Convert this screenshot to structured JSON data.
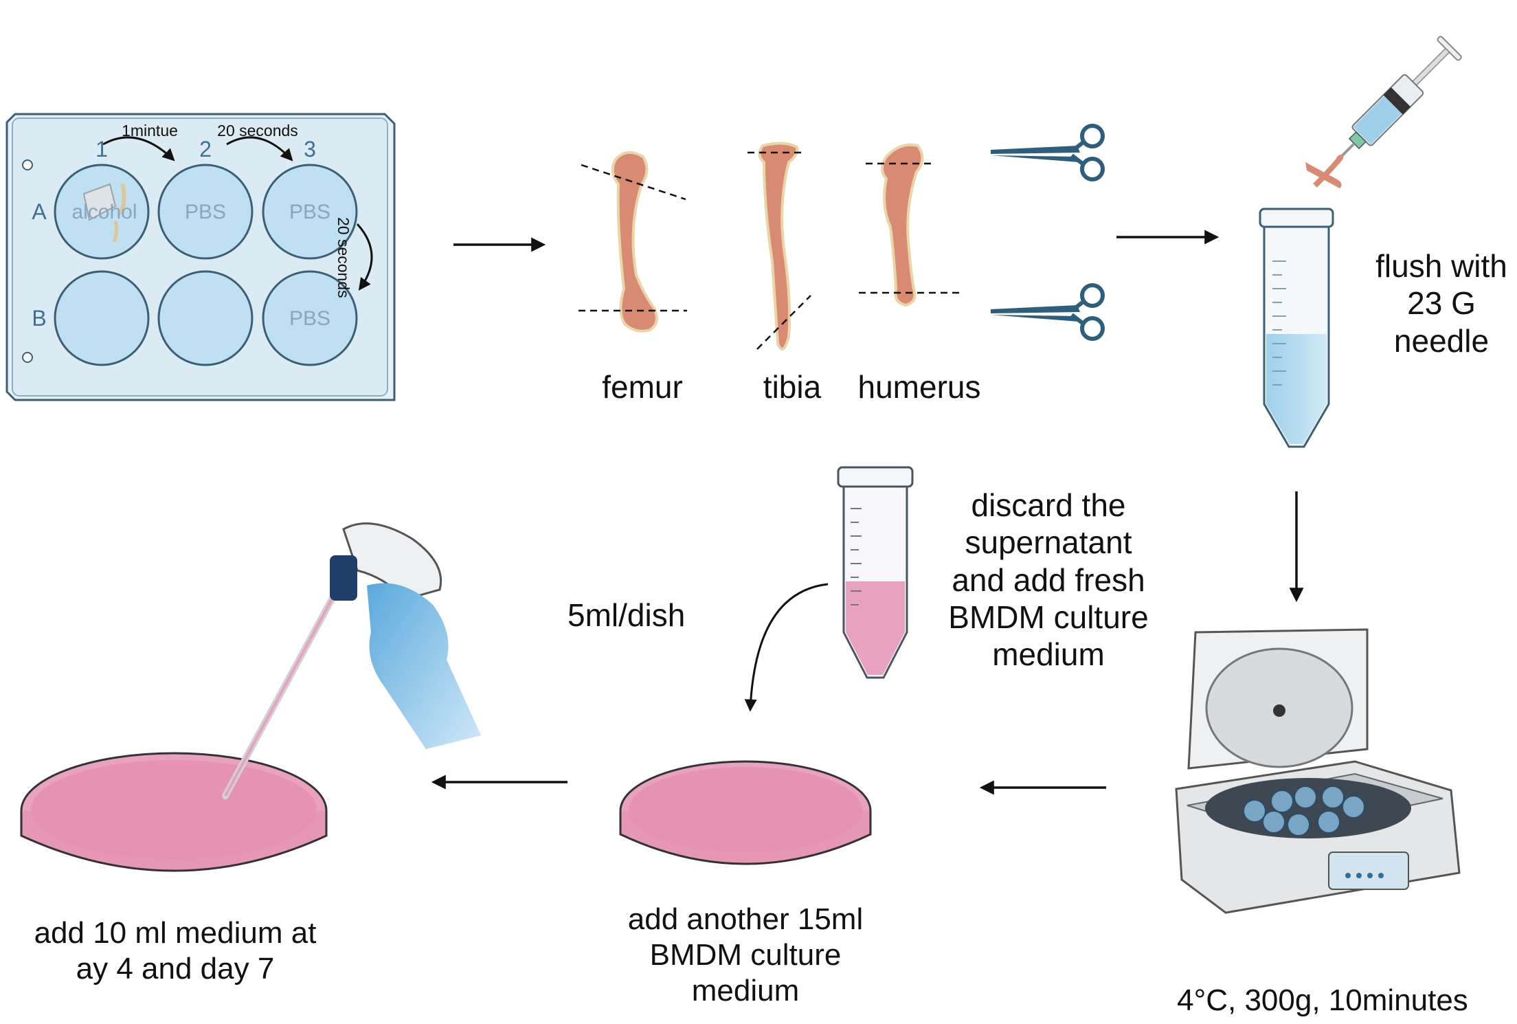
{
  "plate": {
    "columns": [
      "1",
      "2",
      "3"
    ],
    "rows": [
      "A",
      "B"
    ],
    "step1_time": "1mintue",
    "step2_time": "20 seconds",
    "step3_time": "20 seconds",
    "wells": {
      "A1": "alcohol",
      "A2": "PBS",
      "A3": "PBS",
      "B3": "PBS"
    }
  },
  "bones": {
    "femur": "femur",
    "tibia": "tibia",
    "humerus": "humerus"
  },
  "flush": "flush with\n23 G\nneedle",
  "centrifuge": "4°C, 300g, 10minutes",
  "discard": "discard the\nsupernatant\nand add fresh\nBMDM culture\nmedium",
  "dose": "5ml/dish",
  "add_another": "add another 15ml\nBMDM culture\nmedium",
  "add_10ml": "add 10 ml medium at\nay 4 and day 7",
  "colors": {
    "well_blue": "#bfe0f0",
    "medium_pink": "#e597b5",
    "bone": "#d98a72",
    "steel_blue": "#2d5f7c"
  }
}
